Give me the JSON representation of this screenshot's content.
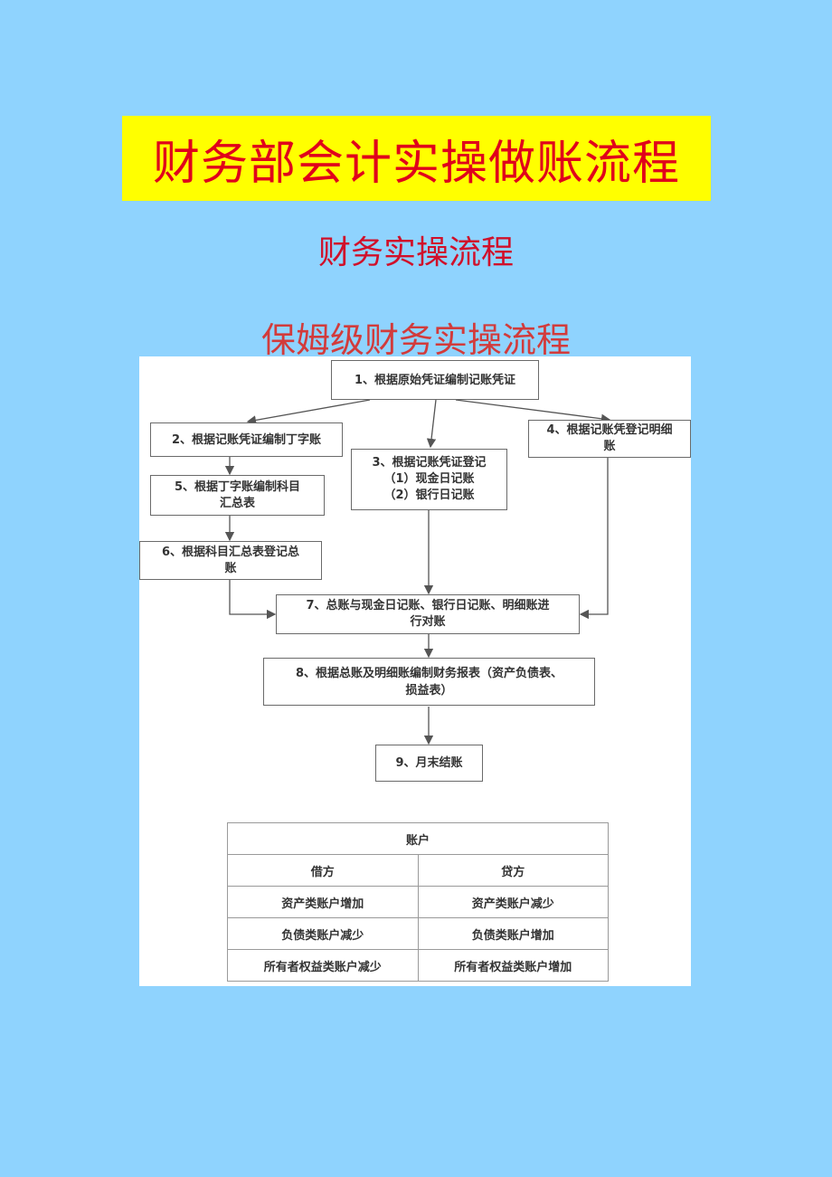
{
  "title": "财务部会计实操做账流程",
  "subtitle": "财务实操流程",
  "subtitle2": "保姆级财务实操流程",
  "flow": {
    "step1": "1、根据原始凭证编制记账凭证",
    "step2": "2、根据记账凭证编制丁字账",
    "step3": [
      "3、根据记账凭证登记",
      "（1）现金日记账",
      "（2）银行日记账"
    ],
    "step4": [
      "4、根据记账凭登记明细",
      "账"
    ],
    "step5": [
      "5、根据丁字账编制科目",
      "汇总表"
    ],
    "step6": [
      "6、根据科目汇总表登记总",
      "账"
    ],
    "step7": [
      "7、总账与现金日记账、银行日记账、明细账进",
      "行对账"
    ],
    "step8": [
      "8、根据总账及明细账编制财务报表（资产负债表、",
      "损益表）"
    ],
    "step9": "9、月末结账"
  },
  "account_table": {
    "header": "账户",
    "debit": "借方",
    "credit": "贷方",
    "rows": [
      [
        "资产类账户增加",
        "资产类账户减少"
      ],
      [
        "负债类账户减少",
        "负债类账户增加"
      ],
      [
        "所有者权益类账户减少",
        "所有者权益类账户增加"
      ]
    ]
  }
}
